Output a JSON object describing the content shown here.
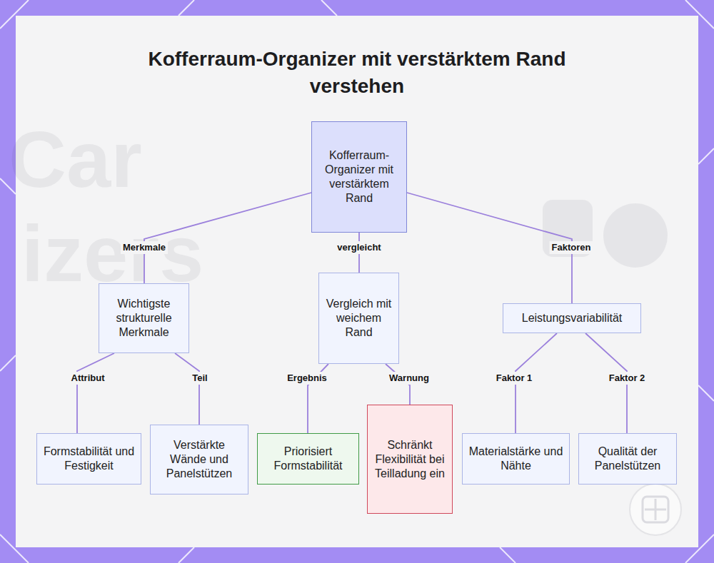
{
  "diagram": {
    "title": "Kofferraum-Organizer mit verstärktem Rand verstehen",
    "nodes": [
      {
        "text": [
          "Kofferraum-Organizer mit verstärktem Rand"
        ]
      },
      {
        "text": [
          "Wichtigste strukturelle Merkmale"
        ]
      },
      {
        "text": [
          "Vergleich mit weichem Rand"
        ]
      },
      {
        "text": [
          "Leistungsvariabilität"
        ]
      },
      {
        "text": [
          "Formstabilität und Festigkeit"
        ]
      },
      {
        "text": [
          "Verstärkte Wände und Panelstützen"
        ]
      },
      {
        "text": [
          "Priorisiert Formstabilität"
        ]
      },
      {
        "text": [
          "Schränkt Flexibilität bei Teilladung ein"
        ]
      },
      {
        "text": [
          "Materialstärke und Nähte"
        ]
      },
      {
        "text": [
          "Qualität der Panelstützen"
        ]
      }
    ],
    "edges": [
      {
        "from": 0,
        "to": 1,
        "label": "Merkmale",
        "arrow": "none"
      },
      {
        "from": 0,
        "to": 2,
        "label": "vergleicht",
        "arrow": "none"
      },
      {
        "from": 0,
        "to": 3,
        "label": "Faktoren",
        "arrow": "none"
      },
      {
        "from": 1,
        "to": 4,
        "label": "Attribut",
        "arrow": "none"
      },
      {
        "from": 1,
        "to": 5,
        "label": "Teil",
        "arrow": "none"
      },
      {
        "from": 2,
        "to": 6,
        "label": "Ergebnis",
        "arrow": "none"
      },
      {
        "from": 2,
        "to": 7,
        "label": "Warnung",
        "arrow": "none"
      },
      {
        "from": 3,
        "to": 8,
        "label": "Faktor 1",
        "arrow": "none"
      },
      {
        "from": 3,
        "to": 9,
        "label": "Faktor 2",
        "arrow": "none"
      }
    ],
    "labels": [
      "Car",
      "izers"
    ]
  }
}
